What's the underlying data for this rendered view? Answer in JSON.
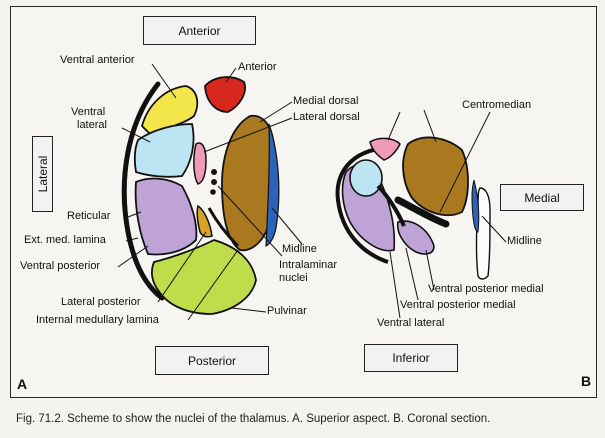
{
  "panel_a": {
    "orientation": {
      "anterior": "Anterior",
      "posterior": "Posterior",
      "lateral": "Lateral"
    },
    "labels": {
      "ventral_anterior": "Ventral anterior",
      "anterior": "Anterior",
      "ventral_lateral_1": "Ventral",
      "ventral_lateral_2": "lateral",
      "medial_dorsal": "Medial dorsal",
      "lateral_dorsal": "Lateral dorsal",
      "reticular": "Reticular",
      "ext_med_lamina": "Ext. med. lamina",
      "ventral_posterior": "Ventral posterior",
      "midline": "Midline",
      "intralaminar_1": "Intralaminar",
      "intralaminar_2": "nuclei",
      "lateral_posterior": "Lateral posterior",
      "pulvinar": "Pulvinar",
      "internal_medullary_lamina": "Internal medullary lamina"
    },
    "letter": "A"
  },
  "panel_b": {
    "orientation": {
      "medial": "Medial",
      "inferior": "Inferior"
    },
    "labels": {
      "centromedian": "Centromedian",
      "midline": "Midline",
      "ventral_posterior_medial_1": "Ventral posterior medial",
      "ventral_posterior_medial_2": "Ventral posterior medial",
      "ventral_lateral": "Ventral lateral"
    },
    "letter": "B"
  },
  "caption": "Fig. 71.2. Scheme to show the nuclei of the thalamus. A. Superior aspect. B. Coronal section.",
  "colors": {
    "yellow": "#f3e64a",
    "red": "#d8281e",
    "light_blue": "#bde4f2",
    "purple": "#bfa2d6",
    "brown": "#a9781f",
    "green": "#bfdc4a",
    "pink": "#ef9ab8",
    "blue": "#2a63b8",
    "orange": "#d8a428",
    "black": "#111111"
  }
}
